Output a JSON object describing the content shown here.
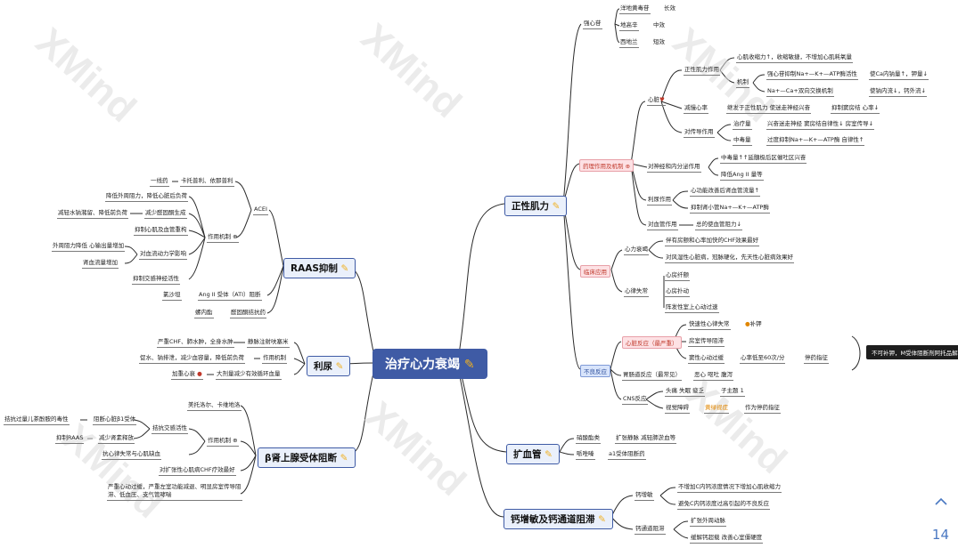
{
  "watermark": "XMind",
  "page_number": "14",
  "root": {
    "label": "治疗心力衰竭",
    "icon": "pill-icon"
  },
  "callout": "不可补钾，M受体阻断剂阿托品解救中毒",
  "positive": {
    "label": "正性肌力",
    "qiangxin": {
      "label": "强心苷",
      "drugs": [
        {
          "name": "洋地黄毒苷",
          "effect": "长效"
        },
        {
          "name": "地高辛",
          "effect": "中效"
        },
        {
          "name": "西地兰",
          "effect": "短效"
        }
      ]
    },
    "pharmacology": {
      "label": "药理作用及机制",
      "heart": "心脏",
      "inotropic": "正性肌力作用",
      "contract": "心肌收缩力↑，收缩敏捷，不增加心肌耗氧量",
      "mechanism": "机制",
      "mech1": "强心苷抑制Na+—K+—ATP酶活性",
      "mech1_result": "使Ca内钠量↑，钾量↓",
      "mech2": "Na+—Ca+双向交换机制",
      "mech2_result": "使钠内流↓，钙外流↓",
      "rate_label": "减慢心率",
      "rate_desc": "继发于正性肌力 使迷走神经兴奋",
      "rate_result": "抑制窦房结 心率↓",
      "conduct": "对传导作用",
      "therapeutic": "治疗量",
      "therapeutic_desc": "兴奋迷走神经 窦房结自律性↓ 房室传导↓",
      "toxic": "中毒量",
      "toxic_desc": "过度抑制Na+—K+—ATP酶 自律性↑",
      "neuro": "对神经和内分泌作用",
      "neuro1": "中毒量↑↑延髓极后区催吐区兴奋",
      "neuro2": "降低Ang II 量等",
      "diuretic": "利尿作用",
      "diuretic1": "心功能改善后肾血管流量↑",
      "diuretic2": "抑制肾小管Na+—K+—ATP酶",
      "vessel": "对血管作用",
      "vessel1": "总的使血管阻力↓"
    },
    "clinical": {
      "label": "临床应用",
      "hf": "心力衰竭",
      "hf1": "伴有房颤和心率加快的CHF效果最好",
      "hf2": "对风湿性心脏病，冠脉硬化，先天性心脏病效果好",
      "arrhythmia": "心律失常",
      "arr1": "心房纤颤",
      "arr2": "心房扑动",
      "arr3": "阵发性室上心动过速"
    },
    "adverse": {
      "label": "不良反应",
      "cardiac": "心脏反应（最严重）",
      "c1": "快速性心律失常",
      "c1_tx": "补钾",
      "c2": "房室传导阻滞",
      "c3": "窦性心动过缓",
      "c3_note": "心率低至60次/分",
      "c3_stop": "停药指征",
      "gi": "胃肠道反应（最常见）",
      "gi_desc": "恶心 呕吐 腹泻",
      "cns": "CNS反应",
      "cns1": "头痛 失眠 疲乏",
      "cns1_sub": "子主题 1",
      "vision": "视觉障碍",
      "vision_color": "黄绿视症",
      "vision_note": "作为停药指征"
    }
  },
  "vasodilator": {
    "label": "扩血管",
    "items": [
      {
        "name": "硝酸酯类",
        "desc": "扩张静脉 减轻肺淤血等"
      },
      {
        "name": "哌唑嗪",
        "desc": "a1受体阻断药"
      }
    ]
  },
  "calcium": {
    "label": "钙增敏及钙通道阻滞",
    "sens": "钙增敏",
    "sens1": "不增加C内钙浓度情况下增加心肌收缩力",
    "sens2": "避免C内钙浓度过高引起的不良反应",
    "block": "钙通道阻滞",
    "block1": "扩张外周动脉",
    "block2": "缓解钙超载 改善心室僵硬度"
  },
  "raas": {
    "label": "RAAS抑制",
    "acei": "ACEI",
    "first": "一线药",
    "first_drugs": "卡托普利、依那普利",
    "mech": "作用机制",
    "m1": "降低外周阻力，降低心脏后负荷",
    "m2a": "减轻水钠潴留、降低前负荷",
    "m2b": "减少醛固酮生成",
    "m3": "抑制心肌及血管重构",
    "m4a": "外周阻力降低 心输出量增加",
    "m4b": "肾血流量增加",
    "m4": "对血流动力学影响",
    "m5": "抑制交感神经活性",
    "arb_drug": "氯沙坦",
    "arb": "Ang II 受体（ATI）阻断",
    "aldo_drug": "螺内酯",
    "aldo": "醛固酮拮抗药"
  },
  "diuretic": {
    "label": "利尿",
    "row1a": "严重CHF、肺水肿，全身水肿",
    "row1b": "静脉注射呋塞米",
    "row2a": "促水、钠排泄，减少血容量，降低前负荷",
    "row2b": "作用机制",
    "row3a": "加重心衰",
    "row3b": "大剂量减少有效循环血量"
  },
  "beta": {
    "label": "β肾上腺受体阻断",
    "drugs": "美托洛尔、卡维地洛",
    "mech": "作用机制",
    "antisym": "拮抗交感活性",
    "m1a": "拮抗过量儿茶酚胺的毒性",
    "m1b": "阻断心脏β1受体",
    "m2a": "抑制RAAS",
    "m2b": "减少肾素释放",
    "m3": "抗心律失常与心肌缺血",
    "effect": "对扩张性心肌病CHF疗效最好",
    "warn": "严重心动过缓，严重左室功能减退、明显房室传导阻滞、低血压、支气管哮喘"
  }
}
